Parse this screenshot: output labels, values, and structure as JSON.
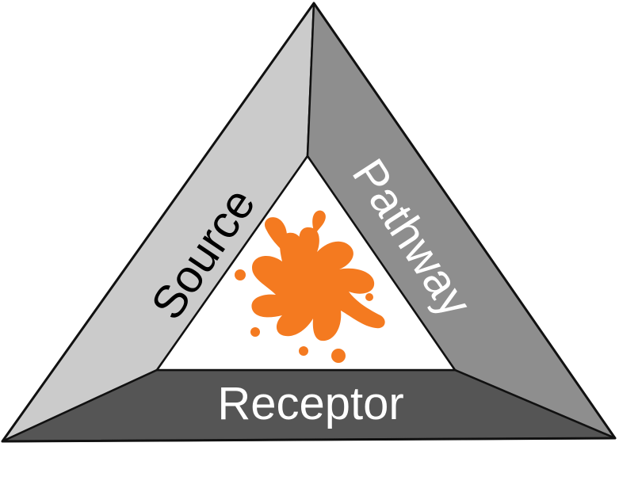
{
  "diagram": {
    "sides": {
      "source": "Source",
      "pathway": "Pathway",
      "receptor": "Receptor"
    },
    "colors": {
      "source_band": "#cbcbcb",
      "pathway_band": "#8e8e8e",
      "receptor_band": "#555555",
      "outline": "#111111",
      "center_fill": "#ffffff",
      "source_text": "#000000",
      "pathway_text": "#ffffff",
      "receptor_text": "#ffffff",
      "splat": "#f47a20"
    },
    "center_icon": "orange-splat-icon"
  }
}
